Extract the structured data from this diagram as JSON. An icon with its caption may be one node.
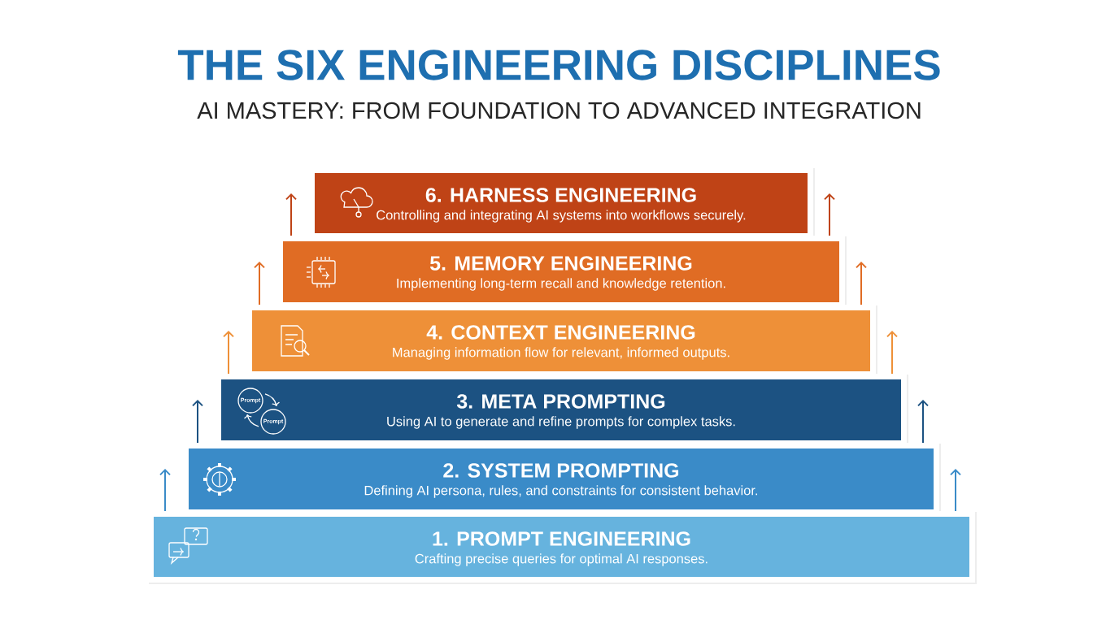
{
  "diagram": {
    "title": "THE SIX ENGINEERING DISCIPLINES",
    "caption": "AI MASTERY: FROM FOUNDATION TO ADVANCED INTEGRATION",
    "nodes": [
      {
        "text": [
          "6. HARNESS ENGINEERING",
          "Controlling and integrating AI systems into workflows securely."
        ]
      },
      {
        "text": [
          "5. MEMORY ENGINEERING",
          "Implementing long-term recall and knowledge retention."
        ]
      },
      {
        "text": [
          "4. CONTEXT ENGINEERING",
          "Managing information flow for relevant, informed outputs."
        ]
      },
      {
        "text": [
          "3. META PROMPTING",
          "Using AI to generate and refine prompts for complex tasks."
        ]
      },
      {
        "text": [
          "2. SYSTEM PROMPTING",
          "Defining AI persona, rules, and constraints for consistent behavior."
        ]
      },
      {
        "text": [
          "1. PROMPT ENGINEERING",
          "Crafting precise queries for optimal AI responses."
        ]
      }
    ],
    "labels": [
      "Prompt",
      "Prompt"
    ]
  }
}
